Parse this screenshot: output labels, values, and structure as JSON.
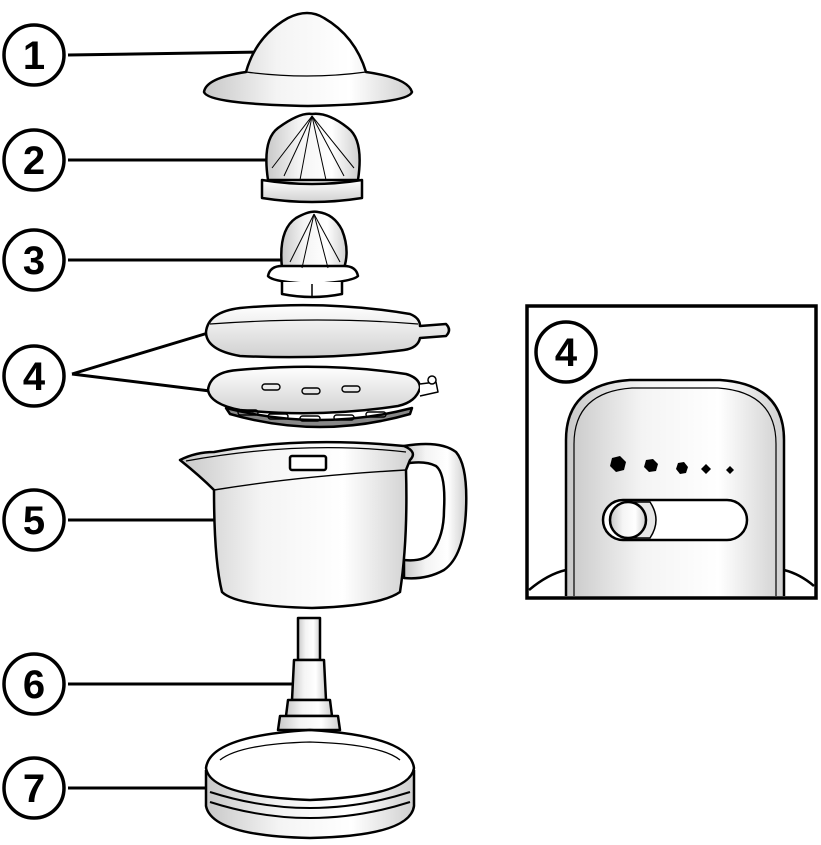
{
  "diagram": {
    "callouts": [
      {
        "number": "1",
        "part": "dome-lid"
      },
      {
        "number": "2",
        "part": "large-reamer"
      },
      {
        "number": "3",
        "part": "small-reamer"
      },
      {
        "number": "4",
        "part": "strainer-and-pulp-control"
      },
      {
        "number": "5",
        "part": "juice-pitcher"
      },
      {
        "number": "6",
        "part": "drive-shaft"
      },
      {
        "number": "7",
        "part": "motor-base"
      }
    ],
    "inset": {
      "number": "4",
      "subject": "pulp-control-selector"
    }
  },
  "colors": {
    "line": "#000000",
    "fill": "#ffffff",
    "shade": "#d9d9d9"
  }
}
